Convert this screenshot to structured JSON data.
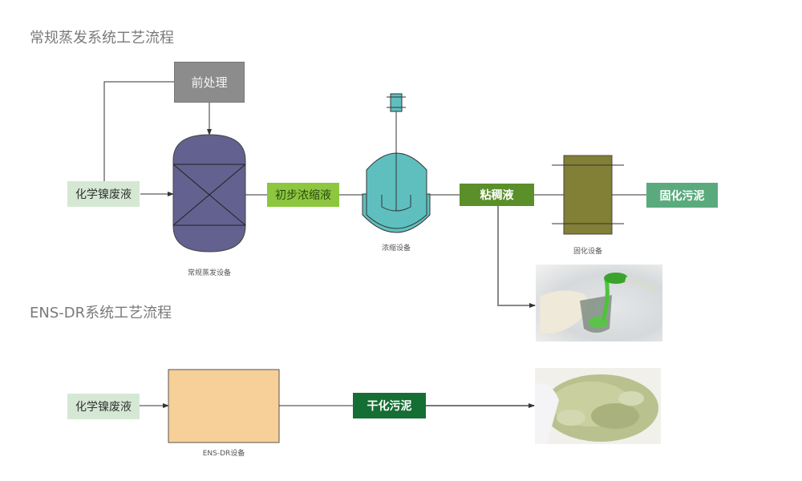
{
  "sections": {
    "conventional": {
      "title": "常规蒸发系统工艺流程",
      "nodes": {
        "pretreatment": "前处理",
        "waste_liquid": "化学镍废液",
        "primary_concentrate": "初步浓缩液",
        "viscous_liquid": "粘稠液",
        "solidified_sludge": "固化污泥"
      },
      "equipment": {
        "evaporator": "常规蒸发设备",
        "concentrator": "浓缩设备",
        "solidifier": "固化设备"
      }
    },
    "ens_dr": {
      "title": "ENS-DR系统工艺流程",
      "nodes": {
        "waste_liquid": "化学镍废液",
        "dried_sludge": "干化污泥"
      },
      "equipment": {
        "ens_dr": "ENS-DR设备"
      }
    }
  },
  "colors": {
    "title_gray": "#7a7a7a",
    "pretreatment": "#8c8c8c",
    "waste_liquid": "#d5e8d4",
    "evaporator": "#63618f",
    "primary_concentrate": "#8dc63f",
    "concentrator": "#5fbfbf",
    "viscous_liquid": "#5a8f29",
    "solidifier": "#827f36",
    "solidified_sludge": "#5aaa7d",
    "ens_dr": "#f7cf98",
    "dried_sludge": "#156e33"
  }
}
